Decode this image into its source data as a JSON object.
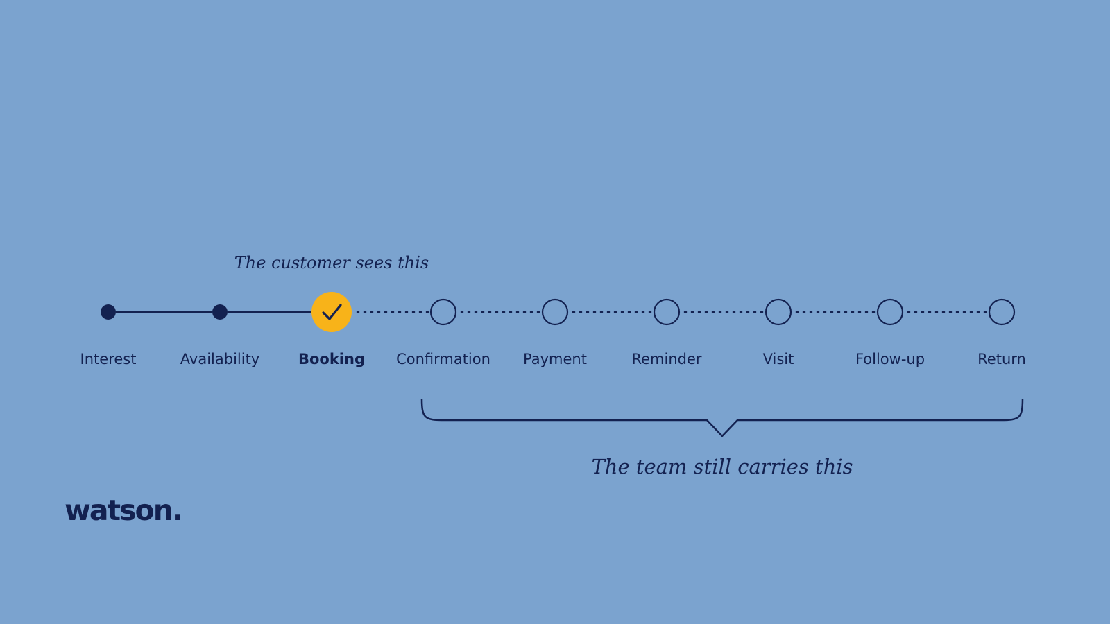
{
  "annotations": {
    "customer": "The customer sees this",
    "team": "The team still carries this"
  },
  "steps": [
    {
      "label": "Interest",
      "state": "done"
    },
    {
      "label": "Availability",
      "state": "done"
    },
    {
      "label": "Booking",
      "state": "current"
    },
    {
      "label": "Confirmation",
      "state": "pending"
    },
    {
      "label": "Payment",
      "state": "pending"
    },
    {
      "label": "Reminder",
      "state": "pending"
    },
    {
      "label": "Visit",
      "state": "pending"
    },
    {
      "label": "Follow-up",
      "state": "pending"
    },
    {
      "label": "Return",
      "state": "pending"
    }
  ],
  "brand": {
    "logo": "watson."
  },
  "colors": {
    "background": "#7ba3cf",
    "ink": "#132150",
    "accent": "#f8b319"
  },
  "icons": {
    "current_step": "check-icon"
  }
}
